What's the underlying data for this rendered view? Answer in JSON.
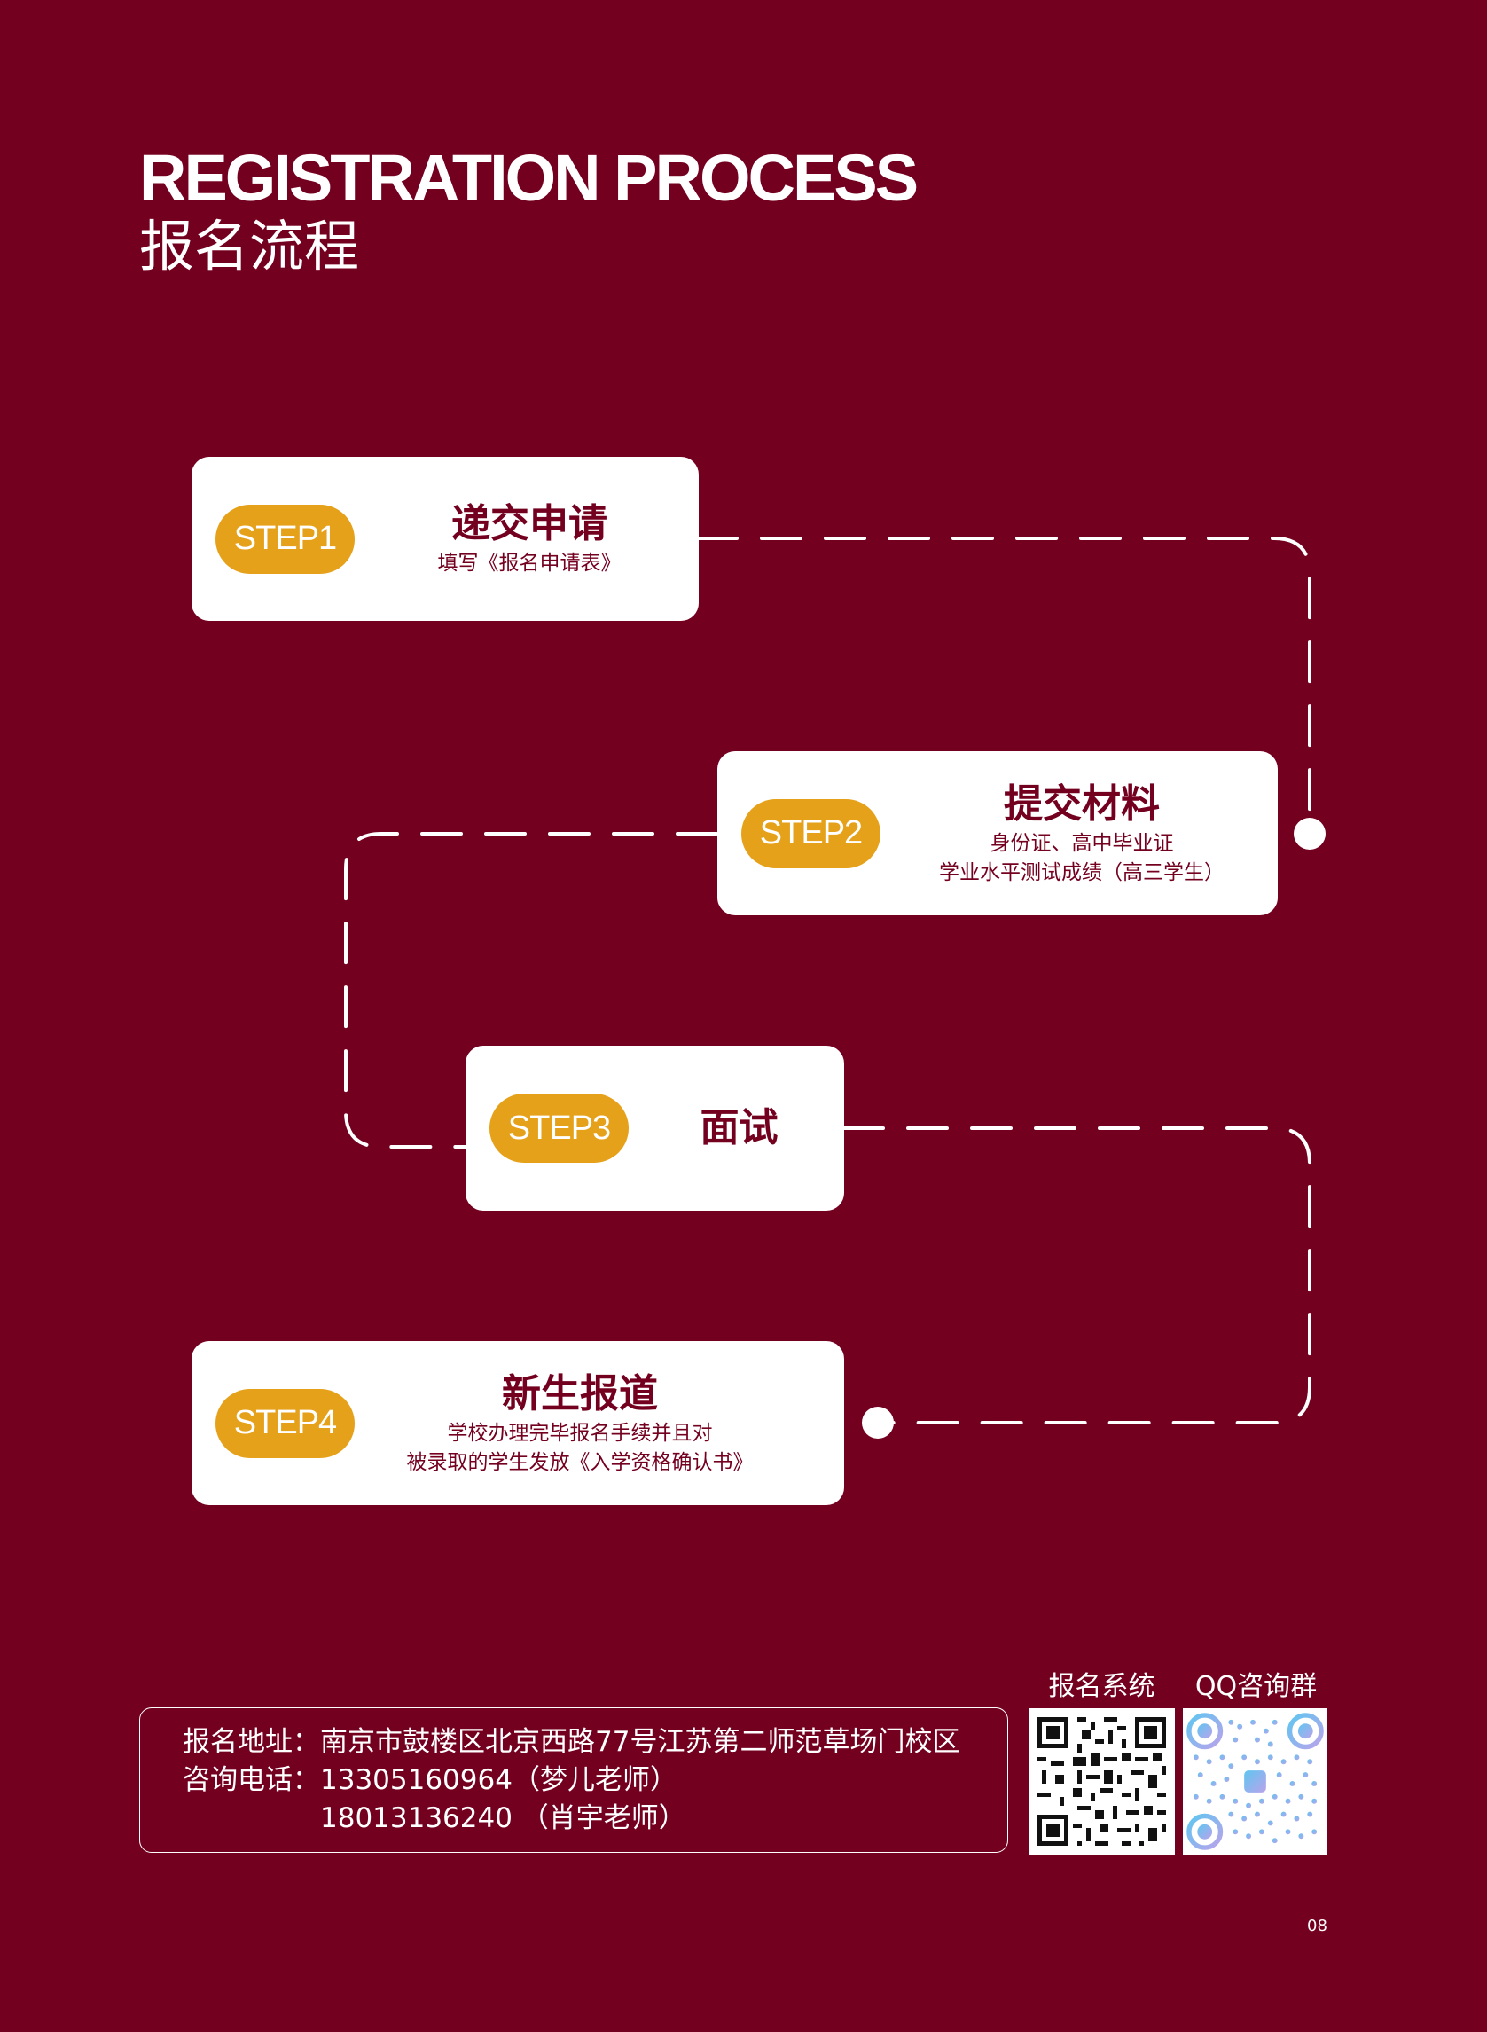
{
  "header": {
    "title_en": "REGISTRATION PROCESS",
    "title_cn": "报名流程"
  },
  "steps": [
    {
      "label": "STEP1",
      "title": "递交申请",
      "desc": [
        "填写《报名申请表》"
      ]
    },
    {
      "label": "STEP2",
      "title": "提交材料",
      "desc": [
        "身份证、高中毕业证",
        "学业水平测试成绩（高三学生）"
      ]
    },
    {
      "label": "STEP3",
      "title": "面试",
      "desc": []
    },
    {
      "label": "STEP4",
      "title": "新生报道",
      "desc": [
        "学校办理完毕报名手续并且对",
        "被录取的学生发放《入学资格确认书》"
      ]
    }
  ],
  "contact": {
    "address_label": "报名地址：",
    "address": "南京市鼓楼区北京西路77号江苏第二师范草场门校区",
    "phone_label": "咨询电话：",
    "phone_1": "13305160964（梦儿老师）",
    "phone_2": "18013136240 （肖宇老师）"
  },
  "qr_codes": {
    "registration_label": "报名系统",
    "qq_label": "QQ咨询群"
  },
  "page_number": "08",
  "colors": {
    "background": "#740020",
    "card": "#ffffff",
    "step_pill": "#e6a11a",
    "card_text": "#740020"
  }
}
